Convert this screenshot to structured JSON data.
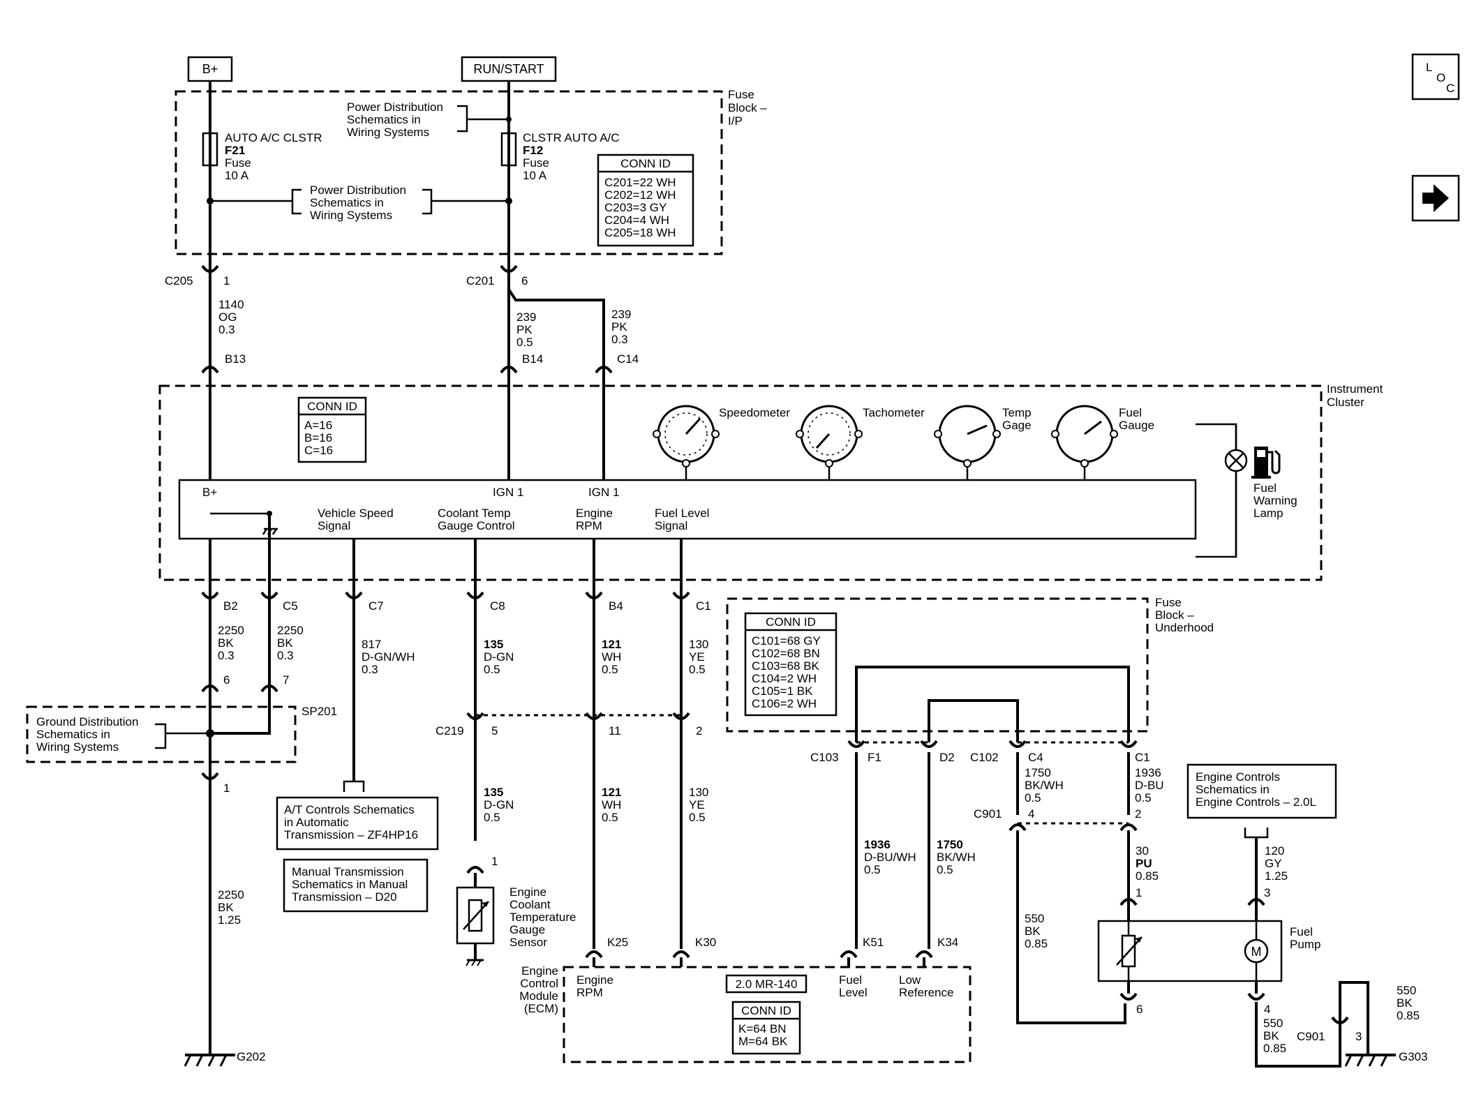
{
  "supplies": {
    "bplus": "B+",
    "run_start": "RUN/START"
  },
  "nav": {
    "loc_l": "L",
    "loc_o": "O",
    "loc_c": "C"
  },
  "fuse_block_ip": {
    "title": [
      "Fuse",
      "Block –",
      "I/P"
    ]
  },
  "fuse_block_underhood": {
    "title": [
      "Fuse",
      "Block –",
      "Underhood"
    ]
  },
  "fuses": {
    "f21": [
      "AUTO A/C CLSTR",
      "F21",
      "Fuse",
      "10 A"
    ],
    "f12": [
      "CLSTR AUTO A/C",
      "F12",
      "Fuse",
      "10 A"
    ]
  },
  "refs": {
    "power_dist_1": [
      "Power Distribution",
      "Schematics in",
      "Wiring Systems"
    ],
    "power_dist_2": [
      "Power Distribution",
      "Schematics in",
      "Wiring Systems"
    ],
    "ground_dist": [
      "Ground Distribution",
      "Schematics in",
      "Wiring Systems"
    ],
    "at_controls": [
      "A/T Controls Schematics",
      "in Automatic",
      "Transmission – ZF4HP16"
    ],
    "manual_trans": [
      "Manual Transmission",
      "Schematics in Manual",
      "Transmission – D20"
    ],
    "engine_controls": [
      "Engine Controls",
      "Schematics in",
      "Engine Controls – 2.0L"
    ]
  },
  "conn_id_ip": {
    "title": "CONN ID",
    "rows": [
      "C201=22 WH",
      "C202=12 WH",
      "C203=3 GY",
      "C204=4 WH",
      "C205=18 WH"
    ]
  },
  "conn_id_cluster": {
    "title": "CONN ID",
    "rows": [
      "A=16",
      "B=16",
      "C=16"
    ]
  },
  "conn_id_underhood": {
    "title": "CONN ID",
    "rows": [
      "C101=68 GY",
      "C102=68 BN",
      "C103=68 BK",
      "C104=2 WH",
      "C105=1 BK",
      "C106=2 WH"
    ]
  },
  "conn_id_ecm": {
    "title": "CONN ID",
    "rows": [
      "K=64 BN",
      "M=64 BK"
    ]
  },
  "ecm": {
    "title": [
      "Engine",
      "Control",
      "Module",
      "(ECM)"
    ],
    "part": "2.0 MR-140"
  },
  "cluster": {
    "title": [
      "Instrument",
      "Cluster"
    ],
    "gauges": [
      [
        "Speedometer"
      ],
      [
        "Tachometer"
      ],
      [
        "Temp",
        "Gage"
      ],
      [
        "Fuel",
        "Gauge"
      ]
    ],
    "lamp": [
      "Fuel",
      "Warning",
      "Lamp"
    ],
    "bplus": "B+",
    "ign1a": "IGN 1",
    "ign1b": "IGN 1",
    "inputs": {
      "vss": [
        "Vehicle Speed",
        "Signal"
      ],
      "coolant": [
        "Coolant Temp",
        "Gauge Control"
      ],
      "rpm": [
        "Engine",
        "RPM"
      ],
      "fuel": [
        "Fuel Level",
        "Signal"
      ]
    }
  },
  "connectors": {
    "c205": "C205",
    "c205_pin": "1",
    "c201": "C201",
    "c201_pin": "6",
    "b13": "B13",
    "b14": "B14",
    "c14": "C14",
    "b2": "B2",
    "c5": "C5",
    "c7": "C7",
    "c8": "C8",
    "b4": "B4",
    "c1": "C1",
    "sp_in6": "6",
    "sp_in7": "7",
    "sp201": "SP201",
    "sp_out1": "1",
    "c219": "C219",
    "c219_5": "5",
    "c219_11": "11",
    "c219_2": "2",
    "ect_pin": "1",
    "k25": "K25",
    "k30": "K30",
    "k51": "K51",
    "k34": "K34",
    "c103": "C103",
    "f1": "F1",
    "d2": "D2",
    "c102": "C102",
    "c4": "C4",
    "c1b": "C1",
    "c901": "C901",
    "c901_4": "4",
    "c901_2": "2",
    "fp_1": "1",
    "fp_3": "3",
    "fp_6": "6",
    "fp_4": "4",
    "c901b": "C901",
    "c901b_3": "3",
    "g202": "G202",
    "g303": "G303"
  },
  "wires": {
    "w1140": [
      "1140",
      "OG",
      "0.3"
    ],
    "w239a": [
      "239",
      "PK",
      "0.5"
    ],
    "w239b": [
      "239",
      "PK",
      "0.3"
    ],
    "w2250a": [
      "2250",
      "BK",
      "0.3"
    ],
    "w2250b": [
      "2250",
      "BK",
      "0.3"
    ],
    "w817": [
      "817",
      "D-GN/WH",
      "0.3"
    ],
    "w135a": [
      "135",
      "D-GN",
      "0.5"
    ],
    "w121a": [
      "121",
      "WH",
      "0.5"
    ],
    "w130a": [
      "130",
      "YE",
      "0.5"
    ],
    "w135b": [
      "135",
      "D-GN",
      "0.5"
    ],
    "w121b": [
      "121",
      "WH",
      "0.5"
    ],
    "w130b": [
      "130",
      "YE",
      "0.5"
    ],
    "w2250c": [
      "2250",
      "BK",
      "1.25"
    ],
    "w1750a": [
      "1750",
      "BK/WH",
      "0.5"
    ],
    "w1936a": [
      "1936",
      "D-BU",
      "0.5"
    ],
    "w1936b": [
      "1936",
      "D-BU/WH",
      "0.5"
    ],
    "w1750b": [
      "1750",
      "BK/WH",
      "0.5"
    ],
    "w30": [
      "30",
      "PU",
      "0.85"
    ],
    "w120": [
      "120",
      "GY",
      "1.25"
    ],
    "w550a": [
      "550",
      "BK",
      "0.85"
    ],
    "w550b": [
      "550",
      "BK",
      "0.85"
    ],
    "w550c": [
      "550",
      "BK",
      "0.85"
    ]
  },
  "sensor": {
    "title": [
      "Engine",
      "Coolant",
      "Temperature",
      "Gauge",
      "Sensor"
    ]
  },
  "ecm_pins": {
    "rpm": [
      "Engine",
      "RPM"
    ],
    "fuel": [
      "Fuel",
      "Level"
    ],
    "lowref": [
      "Low",
      "Reference"
    ]
  },
  "fuel_pump": {
    "title": [
      "Fuel",
      "Pump"
    ],
    "motor": "M"
  }
}
